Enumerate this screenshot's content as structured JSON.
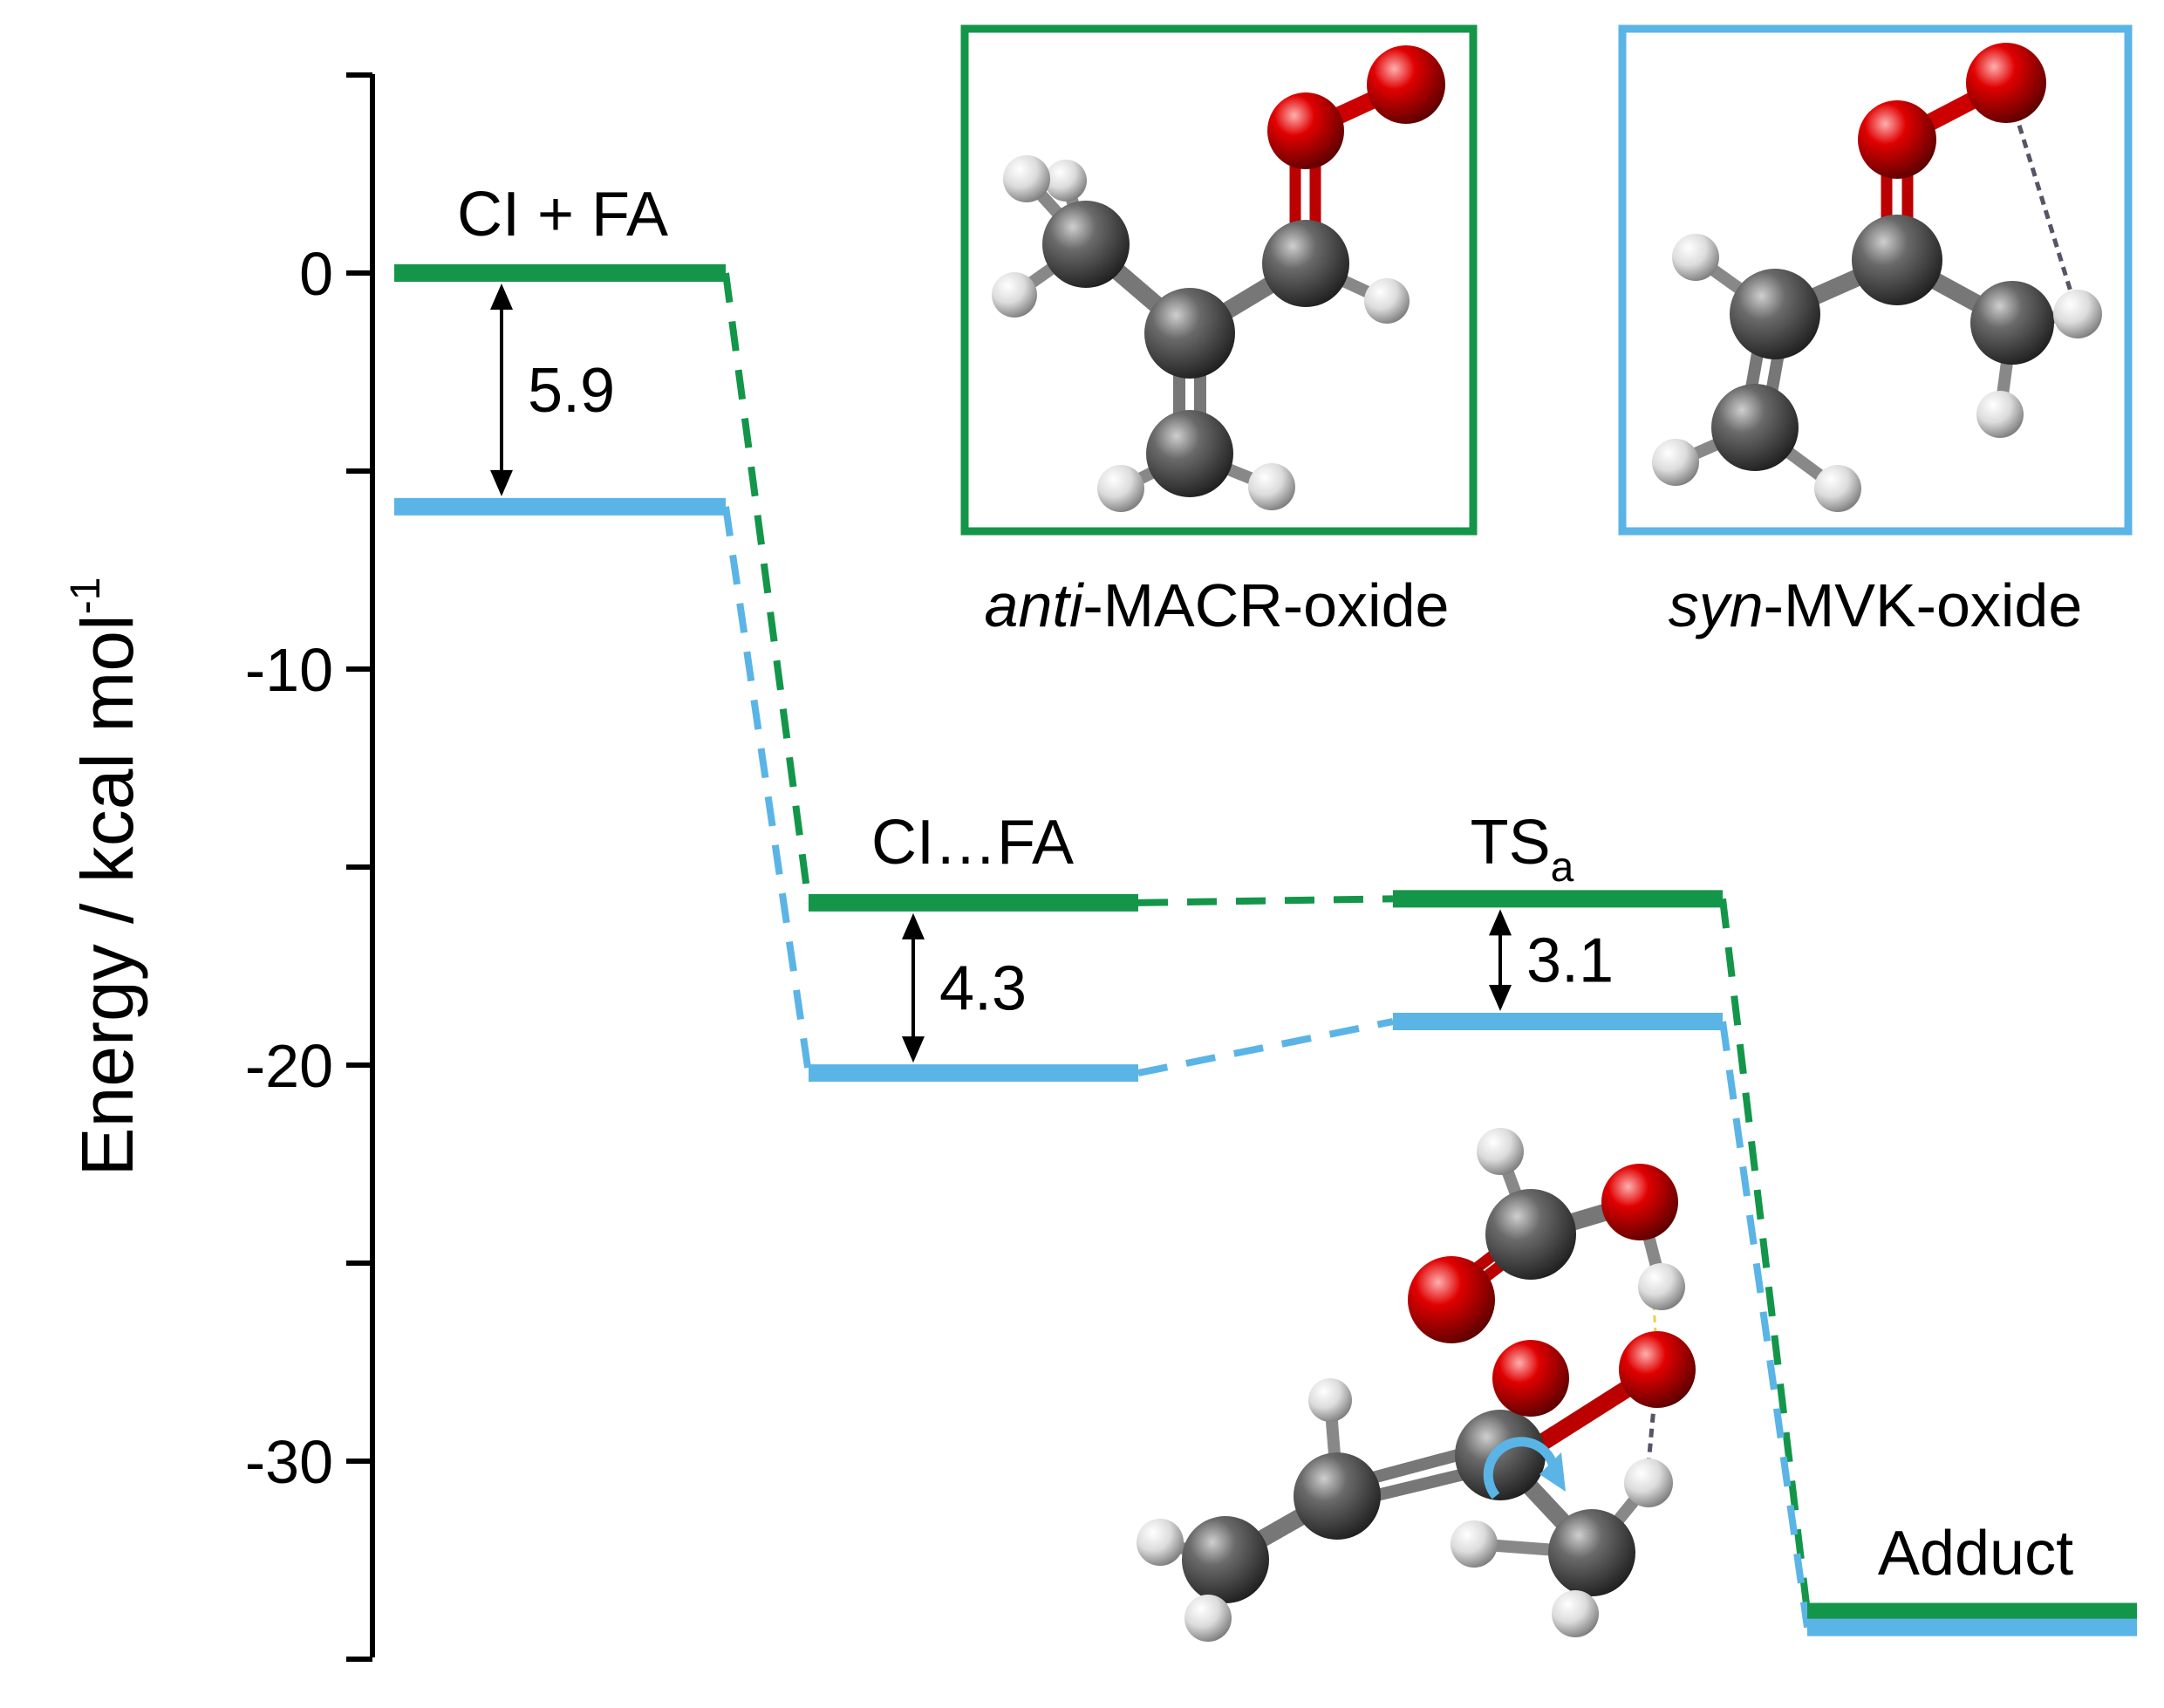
{
  "chart_data": {
    "type": "energy-level-diagram",
    "ylabel": "Energy / kcal mol",
    "ylabel_superscript": "-1",
    "ylim": [
      -35,
      5
    ],
    "yticks": [
      0,
      -10,
      -20,
      -30
    ],
    "ytick_labels": [
      "0",
      "-10",
      "-20",
      "-30"
    ],
    "minor_ticks": [
      5,
      -5,
      -15,
      -25,
      -35
    ],
    "states": [
      {
        "id": "reactants",
        "label": "CI + FA"
      },
      {
        "id": "complex",
        "label": "CI…FA"
      },
      {
        "id": "ts",
        "label": "TS",
        "label_subscript": "a"
      },
      {
        "id": "adduct",
        "label": "Adduct"
      }
    ],
    "series": [
      {
        "name": "anti-MACR-oxide",
        "color": "#14964a",
        "energies": {
          "reactants": 0.0,
          "complex": -15.9,
          "ts": -15.8,
          "adduct": -33.8
        }
      },
      {
        "name": "syn-MVK-oxide",
        "color": "#5bb4e6",
        "energies": {
          "reactants": -5.9,
          "complex": -20.2,
          "ts": -18.9,
          "adduct": -34.2
        }
      }
    ],
    "annotations": [
      {
        "state": "reactants",
        "text": "5.9"
      },
      {
        "state": "complex",
        "text": "4.3"
      },
      {
        "state": "ts",
        "text": "3.1"
      }
    ],
    "insets": [
      {
        "name": "anti-MACR-oxide",
        "caption_italic": "anti",
        "caption_rest": "-MACR-oxide",
        "frame_color": "#14964a"
      },
      {
        "name": "syn-MVK-oxide",
        "caption_italic": "syn",
        "caption_rest": "-MVK-oxide",
        "frame_color": "#5bb4e6"
      }
    ]
  },
  "colors": {
    "carbon": "#4a4a4a",
    "oxygen": "#e3000f",
    "hydrogen": "#e6e6e6",
    "arrow": "#000000",
    "rotation_arrow": "#5bb4e6"
  }
}
